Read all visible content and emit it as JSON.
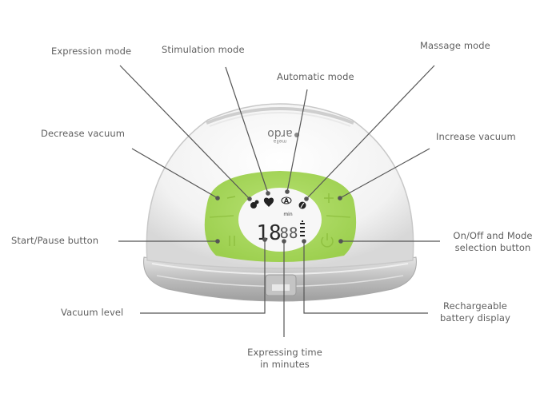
{
  "diagram": {
    "title": "",
    "device": {
      "brand": "ardo",
      "model": "mella",
      "display": {
        "vacuum_level_digits": "18",
        "time_digits": "88",
        "time_unit": "min"
      },
      "colors": {
        "panel_green": "#a9d85e",
        "shell": "#f4f4f4",
        "base_ring": "#c9c9c9",
        "leader_line": "#555555",
        "label_text": "#5f5f5f"
      }
    },
    "labels": {
      "expression_mode": "Expression mode",
      "stimulation_mode": "Stimulation mode",
      "automatic_mode": "Automatic mode",
      "massage_mode": "Massage mode",
      "decrease_vacuum": "Decrease vacuum",
      "increase_vacuum": "Increase vacuum",
      "start_pause_button": "Start/Pause button",
      "on_off_line1": "On/Off and Mode",
      "on_off_line2": "selection button",
      "vacuum_level": "Vacuum level",
      "rechargeable_line1": "Rechargeable",
      "rechargeable_line2": "battery display",
      "expressing_time_line1": "Expressing time",
      "expressing_time_line2": "in minutes"
    }
  }
}
